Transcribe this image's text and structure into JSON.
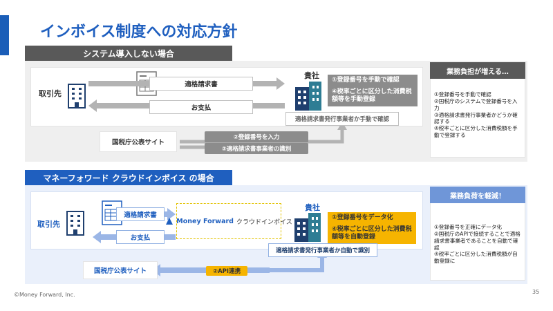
{
  "title": "インボイス制度への対応方針",
  "section1": {
    "heading": "システム導入しない場合",
    "customer_label": "取引先",
    "company_label": "貴社",
    "tax_site_label": "国税庁公表サイト",
    "flow_invoice": "適格請求書",
    "flow_payment": "お支払",
    "tag1": "①登録番号を手動で確認",
    "tag2": "④税率ごとに区分した消費税額等を手動登録",
    "manual_check": "適格請求書発行事業者か手動で確認",
    "step2": "②登録番号を入力",
    "step3": "③適格請求書事業者の識別",
    "note_head": "業務負担が増える…",
    "note_lines": [
      "①登録番号を手動で確認",
      "②国税庁のシステムで登録番号を入力",
      "③適格請求書発行事業者かどうか確認する",
      "④税率ごとに区分した消費税額を手動で登録する"
    ]
  },
  "section2": {
    "heading": "マネーフォワード クラウドインボイス の場合",
    "customer_label": "取引先",
    "company_label": "貴社",
    "tax_site_label": "国税庁公表サイト",
    "flow_invoice": "適格請求書",
    "flow_payment": "お支払",
    "logo_brand": "Money Forward",
    "logo_service": "クラウドインボイス",
    "tag1": "①登録番号をデータ化",
    "tag2": "④税率ごとに区分した消費税額等を自動登録",
    "auto_check": "適格請求書発行事業者か自動で識別",
    "api_label": "②API連携",
    "note_head": "業務負荷を軽減！",
    "note_lines": [
      "①登録番号を正確にデータ化",
      "②国税庁のAPIで接続することで適格請求書事業者であることを自動で確認",
      "④税率ごとに区分した消費税額が自動登録に"
    ]
  },
  "footer": "©Money Forward, Inc.",
  "page_number": "35",
  "colors": {
    "brand_blue": "#1f5fbf",
    "accent_yellow": "#f6b400",
    "gray_tag": "#8c8c8c",
    "dark_head": "#555555"
  }
}
